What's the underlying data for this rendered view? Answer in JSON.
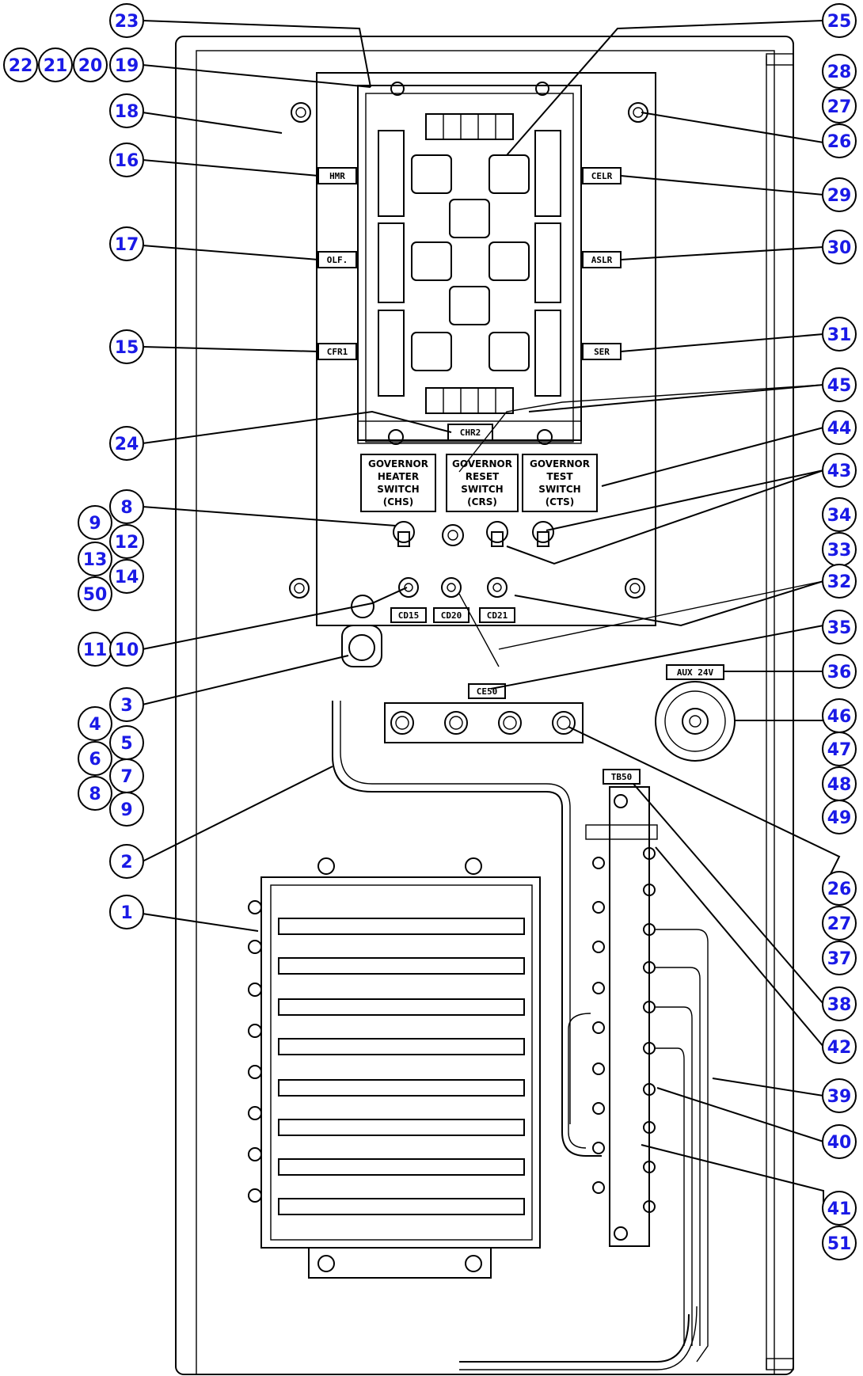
{
  "labels": {
    "hmr": "HMR",
    "olf": "OLF.",
    "cfr1": "CFR1",
    "celr": "CELR",
    "aslr": "ASLR",
    "ser": "SER",
    "chr": "CHR2",
    "cd15": "CD15",
    "cd20": "CD20",
    "cd21": "CD21",
    "ce50": "CE50",
    "aux": "AUX 24V",
    "tb50": "TB50"
  },
  "switch_labels": {
    "heater": [
      "GOVERNOR",
      "HEATER",
      "SWITCH",
      "(CHS)"
    ],
    "reset": [
      "GOVERNOR",
      "RESET",
      "SWITCH",
      "(CRS)"
    ],
    "test": [
      "GOVERNOR",
      "TEST",
      "SWITCH",
      "(CTS)"
    ]
  },
  "callouts": {
    "c23": "23",
    "c25": "25",
    "c22": "22",
    "c21": "21",
    "c20": "20",
    "c19": "19",
    "c28": "28",
    "c27a": "27",
    "c18": "18",
    "c26a": "26",
    "c16": "16",
    "c29": "29",
    "c17": "17",
    "c30": "30",
    "c15": "15",
    "c31": "31",
    "c45": "45",
    "c24": "24",
    "c44": "44",
    "c43": "43",
    "c8a": "8",
    "c9a": "9",
    "c12": "12",
    "c34": "34",
    "c13": "13",
    "c14": "14",
    "c33": "33",
    "c50": "50",
    "c32": "32",
    "c11": "11",
    "c10": "10",
    "c35": "35",
    "c36": "36",
    "c3": "3",
    "c4": "4",
    "c46": "46",
    "c5": "5",
    "c6": "6",
    "c47": "47",
    "c7": "7",
    "c8b": "8",
    "c48": "48",
    "c9b": "9",
    "c49": "49",
    "c2": "2",
    "c26b": "26",
    "c1": "1",
    "c27b": "27",
    "c37": "37",
    "c38": "38",
    "c42": "42",
    "c39": "39",
    "c40": "40",
    "c41": "41",
    "c51": "51"
  },
  "colors": {
    "callout_text": "#1a1ae6",
    "lines": "#000000"
  }
}
